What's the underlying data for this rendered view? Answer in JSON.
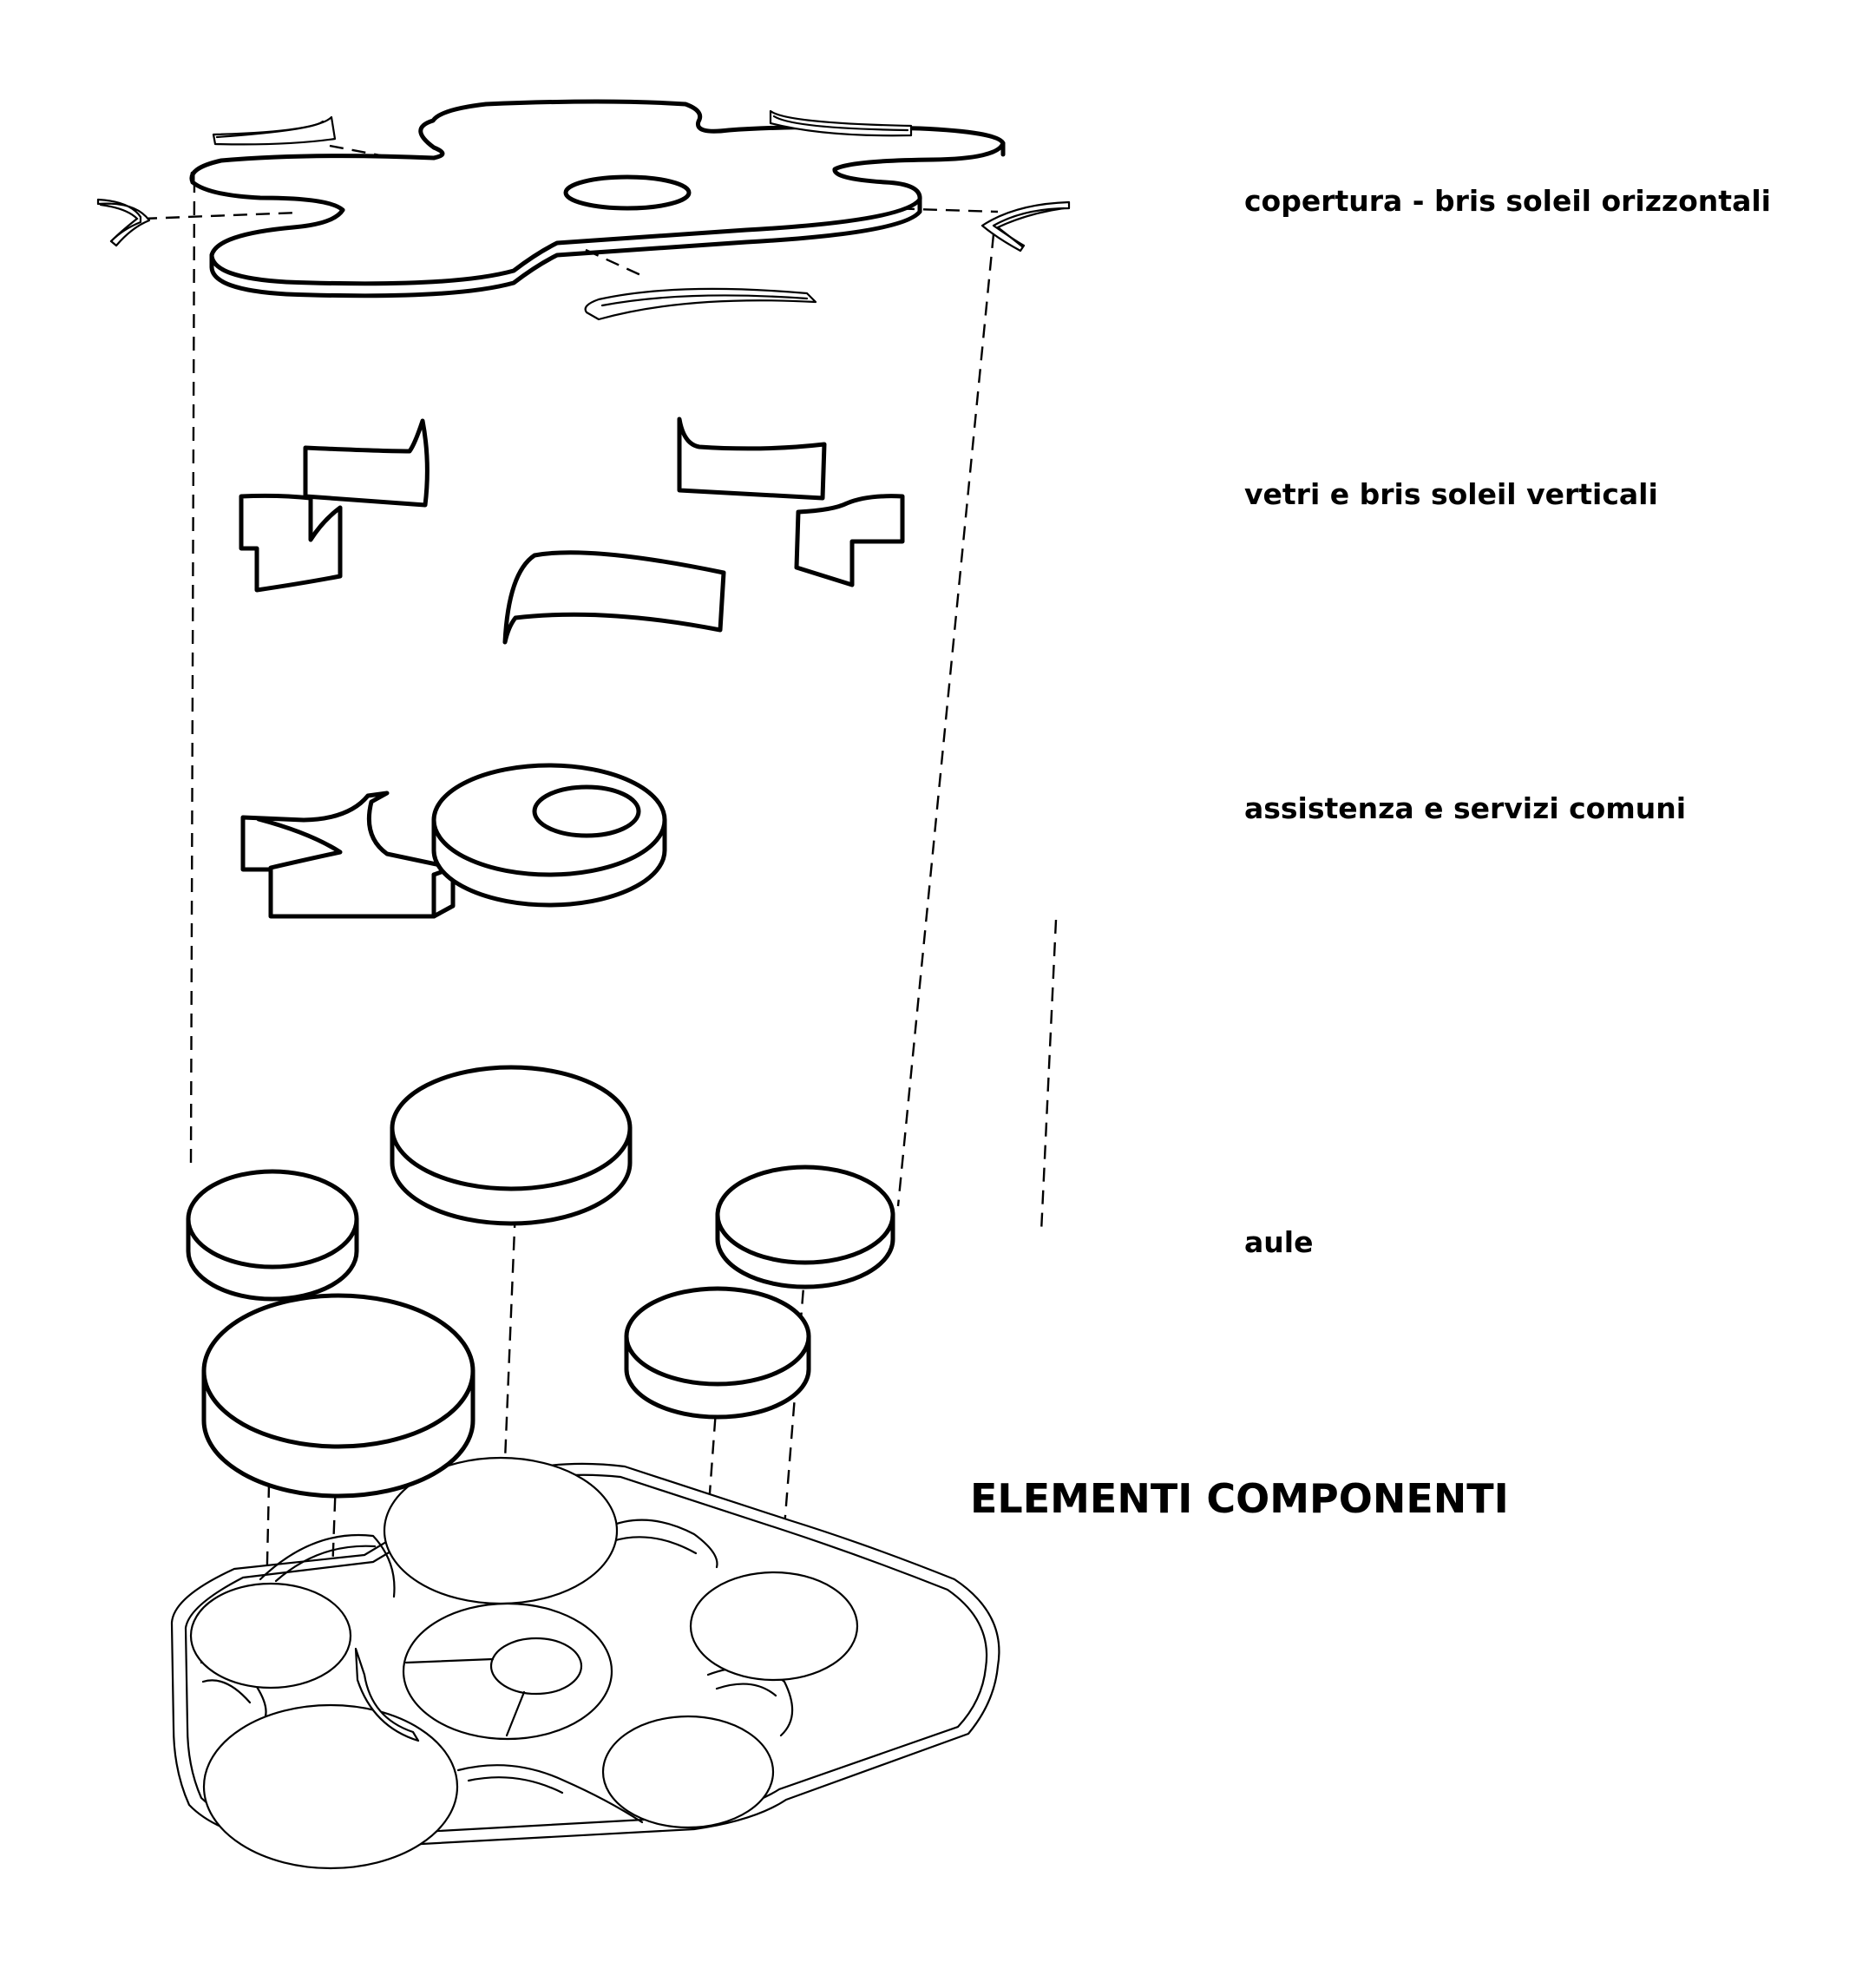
{
  "labels": {
    "roof": "copertura - bris soleil orizzontali",
    "glass": "vetri e bris soleil verticali",
    "services": "assistenza e servizi comuni",
    "classrooms": "aule",
    "title": "ELEMENTI COMPONENTI"
  },
  "colors": {
    "ink": "#000000",
    "background": "#ffffff"
  }
}
